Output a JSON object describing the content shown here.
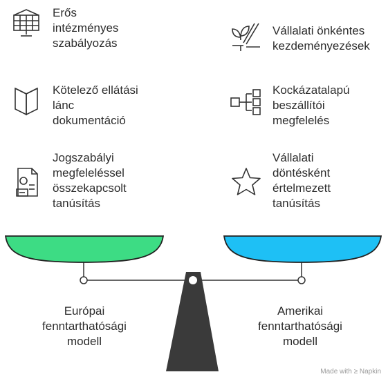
{
  "left_items": [
    {
      "label": "Erős\nintézményes\nszabályozás",
      "icon": "government-building-icon"
    },
    {
      "label": "Kötelező ellátási\nlánc\ndokumentáció",
      "icon": "open-book-icon"
    },
    {
      "label": "Jogszabályi\nmegfeleléssel\nösszekapcsolt\ntanúsítás",
      "icon": "certificate-document-icon"
    }
  ],
  "right_items": [
    {
      "label": "Vállalati önkéntes\nkezdeményezések",
      "icon": "hand-plant-icon"
    },
    {
      "label": "Kockázatalapú\nbeszállítói\nmegfelelés",
      "icon": "flow-network-icon"
    },
    {
      "label": "Vállalati\ndöntésként\nértelmezett\ntanúsítás",
      "icon": "star-icon"
    }
  ],
  "scale": {
    "left_caption": "Európai\nfenntarthatósági\nmodell",
    "right_caption": "Amerikai\nfenntarthatósági\nmodell",
    "left_color": "#3ddc84",
    "right_color": "#1ec0f5",
    "base_color": "#3a3a3a"
  },
  "watermark": "Made with ≥ Napkin"
}
